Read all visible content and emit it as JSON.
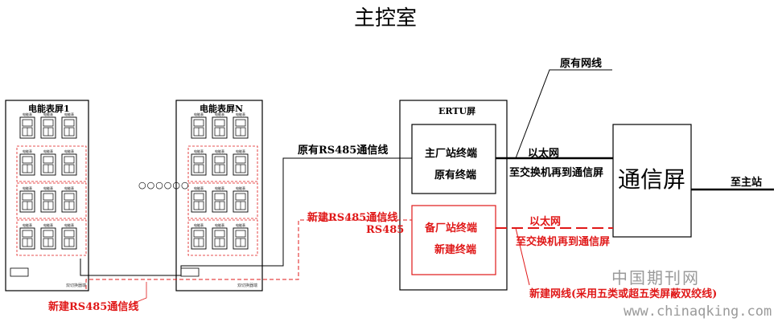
{
  "title": "主控室",
  "panel1": {
    "label": "电能表屏1",
    "bottom_text": "双切换器端"
  },
  "panelN": {
    "label": "电能表屏N",
    "bottom_text": "双切换器端"
  },
  "ellipsis": "○○○○○○",
  "meter_label": "电能表",
  "ertu": {
    "label": "ERTU屏",
    "main_terminal": {
      "line1": "主厂站终端",
      "line2": "原有终端"
    },
    "backup_terminal": {
      "line1": "备厂站终端",
      "line2": "新建终端"
    }
  },
  "comm_panel": {
    "label": "通信屏"
  },
  "labels": {
    "existing_network": "原有网线",
    "existing_rs485": "原有RS485通信线",
    "new_rs485_top": "新建RS485通信线",
    "rs485": "RS485",
    "new_rs485_bottom": "新建RS485通信线",
    "ethernet_1": "以太网",
    "to_switch_1": "至交换机再到通信屏",
    "ethernet_2": "以太网",
    "to_switch_2": "至交换机再到通信屏",
    "new_network": "新建网线(采用五类或超五类屏蔽双绞线)",
    "to_main_station": "至主站"
  },
  "watermark": {
    "cn": "中国期刊网",
    "url": "www.chinaqking.com"
  },
  "colors": {
    "line": "#000000",
    "new": "#e01818",
    "box_border": "#000000"
  }
}
